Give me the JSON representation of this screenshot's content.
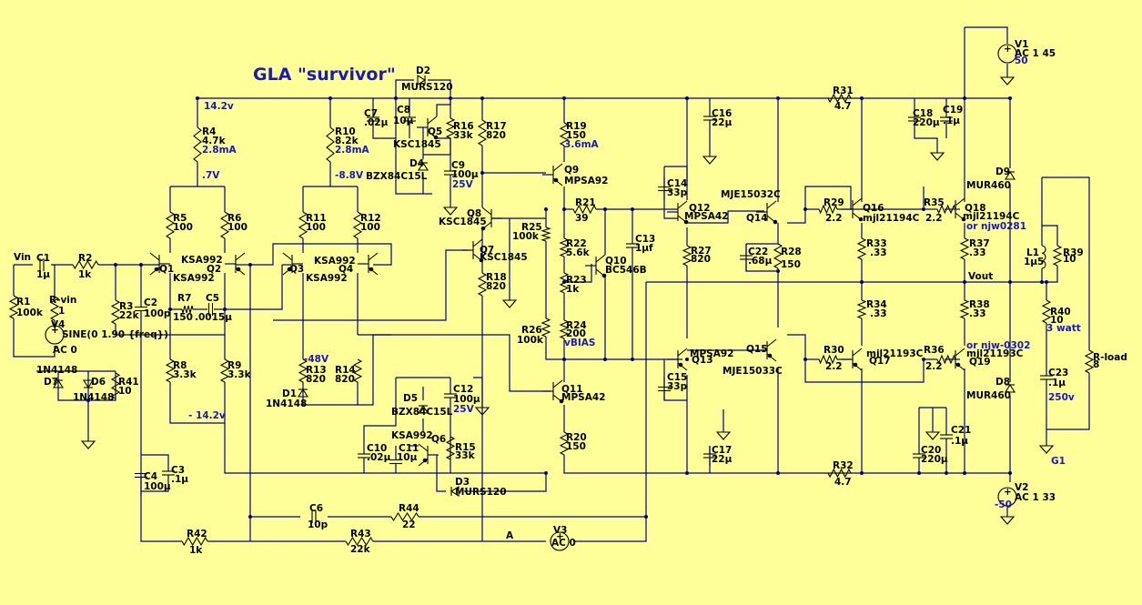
{
  "title": "GLA \"survivor\"",
  "colors": {
    "background": "#ffff99",
    "wire": "#000080",
    "symbol": "#000000",
    "annotation": "#1a1ab8"
  },
  "components": [
    {
      "ref": "Vin",
      "value": ""
    },
    {
      "ref": "C1",
      "value": "1µ"
    },
    {
      "ref": "R2",
      "value": "1k"
    },
    {
      "ref": "R1",
      "value": "100k"
    },
    {
      "ref": "R-vin",
      "value": "1"
    },
    {
      "ref": "V4",
      "value": "SINE(0 1.90 {freq})"
    },
    {
      "ref": "",
      "value": "AC 0"
    },
    {
      "ref": "R3",
      "value": "22k"
    },
    {
      "ref": "C2",
      "value": "100p"
    },
    {
      "ref": "Q1",
      "value": "KSA992"
    },
    {
      "ref": "Q2",
      "value": "KSA992"
    },
    {
      "ref": "R5",
      "value": "100"
    },
    {
      "ref": "R6",
      "value": "100"
    },
    {
      "ref": "R4",
      "value": "4.7k"
    },
    {
      "ref": "R7",
      "value": "150"
    },
    {
      "ref": "C5",
      "value": ".0015µ"
    },
    {
      "ref": "R8",
      "value": "3.3k"
    },
    {
      "ref": "R9",
      "value": "3.3k"
    },
    {
      "ref": "D7",
      "value": "1N4148"
    },
    {
      "ref": "D6",
      "value": "1N4148"
    },
    {
      "ref": "R41",
      "value": "10"
    },
    {
      "ref": "C3",
      "value": ".1µ"
    },
    {
      "ref": "C4",
      "value": "100µ"
    },
    {
      "ref": "R42",
      "value": "1k"
    },
    {
      "ref": "R10",
      "value": "8.2k"
    },
    {
      "ref": "R11",
      "value": "100"
    },
    {
      "ref": "R12",
      "value": "100"
    },
    {
      "ref": "Q3",
      "value": "KSA992"
    },
    {
      "ref": "Q4",
      "value": "KSA992"
    },
    {
      "ref": "R13",
      "value": "820"
    },
    {
      "ref": "R14",
      "value": "820"
    },
    {
      "ref": "D1",
      "value": "1N4148"
    },
    {
      "ref": "D2",
      "value": "MURS120"
    },
    {
      "ref": "C7",
      "value": ".02µ"
    },
    {
      "ref": "C8",
      "value": "10µ"
    },
    {
      "ref": "Q5",
      "value": "KSC1845"
    },
    {
      "ref": "R16",
      "value": "33k"
    },
    {
      "ref": "D4",
      "value": "BZX84C15L"
    },
    {
      "ref": "C9",
      "value": "100µ"
    },
    {
      "ref": "",
      "value": "25V"
    },
    {
      "ref": "R17",
      "value": "820"
    },
    {
      "ref": "Q8",
      "value": "KSC1845"
    },
    {
      "ref": "Q7",
      "value": "KSC1845"
    },
    {
      "ref": "R18",
      "value": "820"
    },
    {
      "ref": "R19",
      "value": "150"
    },
    {
      "ref": "Q9",
      "value": "MPSA92"
    },
    {
      "ref": "R21",
      "value": "39"
    },
    {
      "ref": "R25",
      "value": "100k"
    },
    {
      "ref": "R22",
      "value": "5.6k"
    },
    {
      "ref": "R23",
      "value": "1k"
    },
    {
      "ref": "R26",
      "value": "100k"
    },
    {
      "ref": "R24",
      "value": "200"
    },
    {
      "ref": "Q10",
      "value": "BC546B"
    },
    {
      "ref": "C13",
      "value": "1µf"
    },
    {
      "ref": "Q11",
      "value": "MPSA42"
    },
    {
      "ref": "R20",
      "value": "150"
    },
    {
      "ref": "D5",
      "value": "BZX84C15L"
    },
    {
      "ref": "C12",
      "value": "100µ"
    },
    {
      "ref": "",
      "value": "25V"
    },
    {
      "ref": "C10",
      "value": ".02µ"
    },
    {
      "ref": "C11",
      "value": "10µ"
    },
    {
      "ref": "Q6",
      "value": "KSA992"
    },
    {
      "ref": "R15",
      "value": "33k"
    },
    {
      "ref": "D3",
      "value": "MURS120"
    },
    {
      "ref": "C6",
      "value": "10p"
    },
    {
      "ref": "R44",
      "value": "22"
    },
    {
      "ref": "R43",
      "value": "22k"
    },
    {
      "ref": "V3",
      "value": "AC 0"
    },
    {
      "ref": "C14",
      "value": "33p"
    },
    {
      "ref": "Q12",
      "value": "MPSA42"
    },
    {
      "ref": "R27",
      "value": "820"
    },
    {
      "ref": "C16",
      "value": "22µ"
    },
    {
      "ref": "Q14",
      "value": "MJE15032C"
    },
    {
      "ref": "C22",
      "value": ".68µ"
    },
    {
      "ref": "R28",
      "value": "150"
    },
    {
      "ref": "Q13",
      "value": "MPSA92"
    },
    {
      "ref": "C15",
      "value": "33p"
    },
    {
      "ref": "Q15",
      "value": "MJE15033C"
    },
    {
      "ref": "C17",
      "value": "22µ"
    },
    {
      "ref": "R31",
      "value": "4.7"
    },
    {
      "ref": "R32",
      "value": "4.7"
    },
    {
      "ref": "R29",
      "value": "2.2"
    },
    {
      "ref": "Q16",
      "value": "mjl21194C"
    },
    {
      "ref": "R33",
      "value": ".33"
    },
    {
      "ref": "R34",
      "value": ".33"
    },
    {
      "ref": "R30",
      "value": "2.2"
    },
    {
      "ref": "Q17",
      "value": "mjl21193C"
    },
    {
      "ref": "C18",
      "value": "220µ"
    },
    {
      "ref": "C19",
      "value": ".1µ"
    },
    {
      "ref": "R35",
      "value": "2.2"
    },
    {
      "ref": "Q18",
      "value": "mjl21194C"
    },
    {
      "ref": "",
      "value": "or njw0281"
    },
    {
      "ref": "R37",
      "value": ".33"
    },
    {
      "ref": "D9",
      "value": "MUR460"
    },
    {
      "ref": "R38",
      "value": ".33"
    },
    {
      "ref": "",
      "value": "or njw-0302"
    },
    {
      "ref": "R36",
      "value": "2.2"
    },
    {
      "ref": "Q19",
      "value": "mjl21193C"
    },
    {
      "ref": "D8",
      "value": "MUR460"
    },
    {
      "ref": "C20",
      "value": "220µ"
    },
    {
      "ref": "C21",
      "value": ".1µ"
    },
    {
      "ref": "V1",
      "value": "AC 1 45"
    },
    {
      "ref": "",
      "value": "50"
    },
    {
      "ref": "V2",
      "value": "AC 1 33"
    },
    {
      "ref": "",
      "value": "-50"
    },
    {
      "ref": "L1",
      "value": "1µ5"
    },
    {
      "ref": "R39",
      "value": "10"
    },
    {
      "ref": "R40",
      "value": "10"
    },
    {
      "ref": "",
      "value": "3 watt"
    },
    {
      "ref": "C23",
      "value": ".1µ"
    },
    {
      "ref": "",
      "value": "250v"
    },
    {
      "ref": "R-load",
      "value": "8"
    }
  ],
  "annotations": [
    {
      "text": "14.2v"
    },
    {
      "text": "2.8mA"
    },
    {
      "text": ".7V"
    },
    {
      "text": "2.8mA"
    },
    {
      "text": "-8.8V"
    },
    {
      "text": "3.6mA"
    },
    {
      "text": "- 14.2v"
    },
    {
      "text": "-48V"
    },
    {
      "text": "vBIAS"
    },
    {
      "text": "Vout"
    },
    {
      "text": "A"
    },
    {
      "text": "G1"
    }
  ]
}
